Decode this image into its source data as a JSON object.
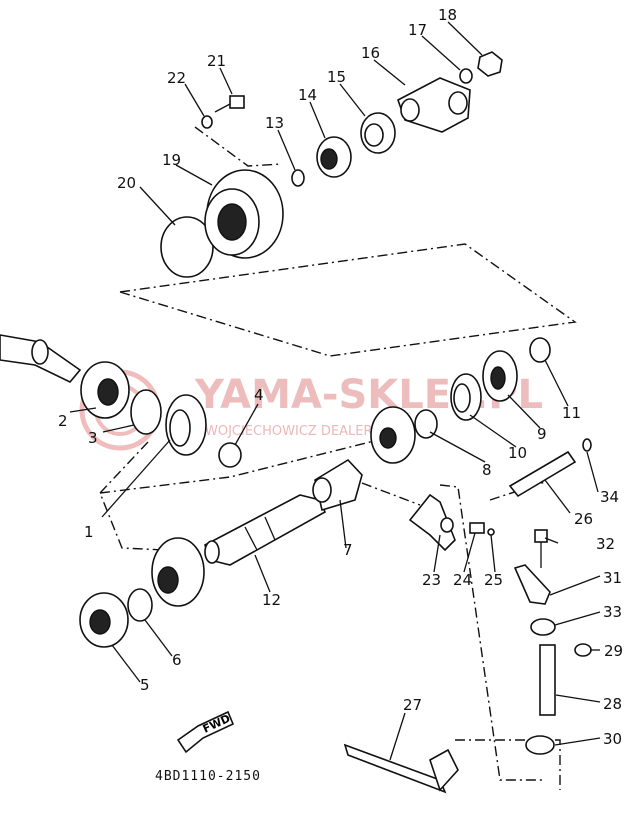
{
  "diagram": {
    "callouts": [
      "1",
      "2",
      "3",
      "4",
      "5",
      "6",
      "7",
      "8",
      "9",
      "10",
      "11",
      "12",
      "13",
      "14",
      "15",
      "16",
      "17",
      "18",
      "19",
      "20",
      "21",
      "22",
      "23",
      "24",
      "25",
      "26",
      "27",
      "28",
      "29",
      "30",
      "31",
      "32",
      "33",
      "34"
    ],
    "fwd_label": "FWD",
    "diagram_code": "4BD1110-2150"
  },
  "watermark": {
    "brand": "YAMA-SKLEP.PL",
    "sub": "WOJCIECHOWICZ      DEALER YAMAHA"
  }
}
